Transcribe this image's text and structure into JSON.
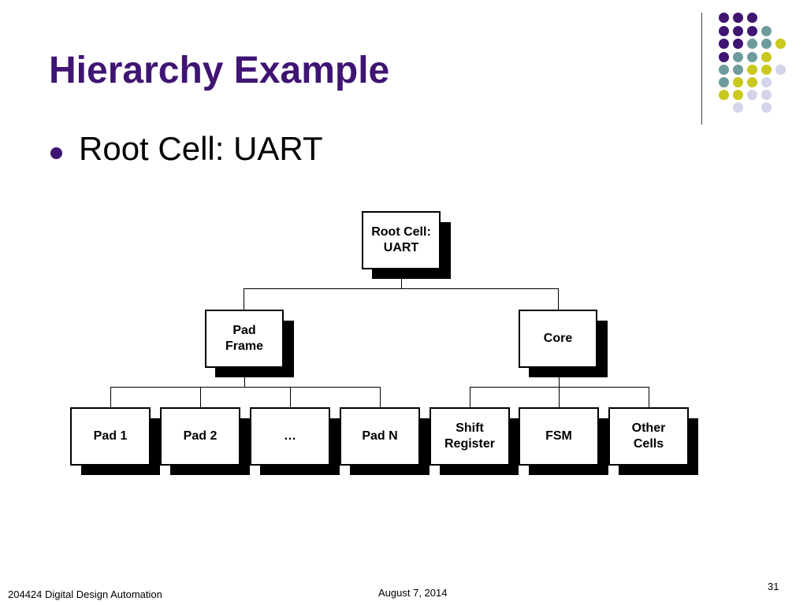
{
  "slide": {
    "title": "Hierarchy Example",
    "bullet": "Root Cell: UART"
  },
  "diagram": {
    "root": "Root Cell:\nUART",
    "level1": [
      "Pad\nFrame",
      "Core"
    ],
    "pad_frame_children": [
      "Pad 1",
      "Pad 2",
      "…",
      "Pad N"
    ],
    "core_children": [
      "Shift\nRegister",
      "FSM",
      "Other\nCells"
    ]
  },
  "footer": {
    "course": "204424 Digital Design Automation",
    "date": "August 7, 2014",
    "page_number": "31"
  },
  "colors": {
    "title": "#3f1473",
    "dot_purple": "#3f1473",
    "dot_teal": "#6e9c9c",
    "dot_yellow": "#c8c81e",
    "dot_lavender": "#d3d3ea"
  }
}
